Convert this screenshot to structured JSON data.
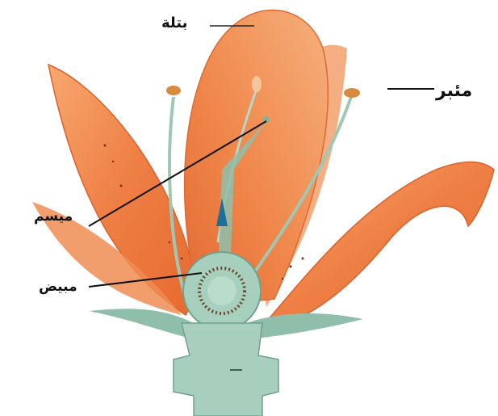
{
  "diagram": {
    "labels": {
      "petal": "بتلة",
      "anther": "مئبر",
      "stigma": "ميسم",
      "ovary": "مبيض"
    },
    "colors": {
      "petal": "#f08a4b",
      "petal_dark": "#e0652a",
      "petal_light": "#f7b27f",
      "stem": "#9cc6b4",
      "stem_dark": "#6fa28e",
      "ovary_dot": "#5a3a1e",
      "style_blue": "#1b6f9a"
    }
  }
}
